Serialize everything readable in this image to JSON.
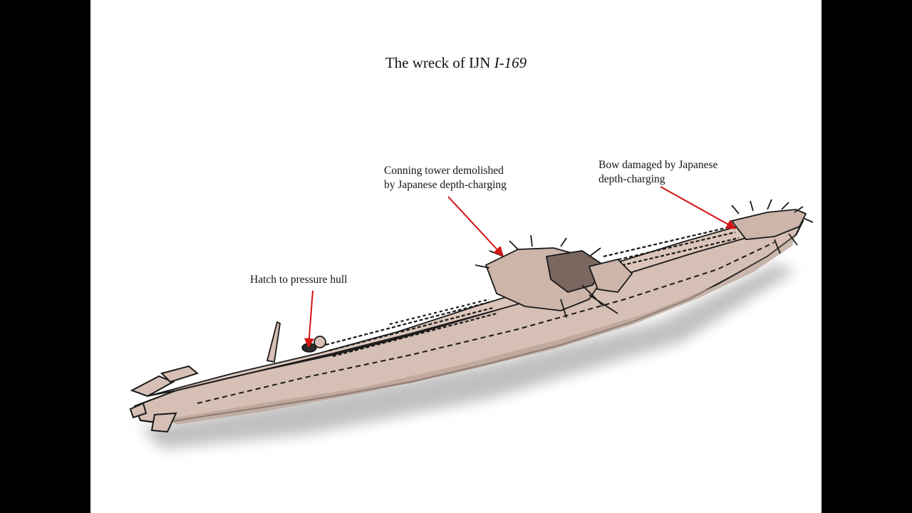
{
  "title": {
    "prefix": "The wreck of IJN ",
    "vessel": "I-169"
  },
  "annotations": {
    "hatch": {
      "line1": "Hatch to pressure hull"
    },
    "tower": {
      "line1": "Conning tower demolished",
      "line2": "by Japanese depth-charging"
    },
    "bow": {
      "line1": "Bow damaged by Japanese",
      "line2": "depth-charging"
    }
  },
  "colors": {
    "frame": "#000000",
    "background": "#ffffff",
    "hull": "#d6bfb4",
    "hull_shade": "#b9a196",
    "ink": "#1a1a1a",
    "arrow": "#d41414",
    "shadow": "#9a9a9a"
  },
  "icons": {
    "arrow": "red-pointer-arrow"
  }
}
